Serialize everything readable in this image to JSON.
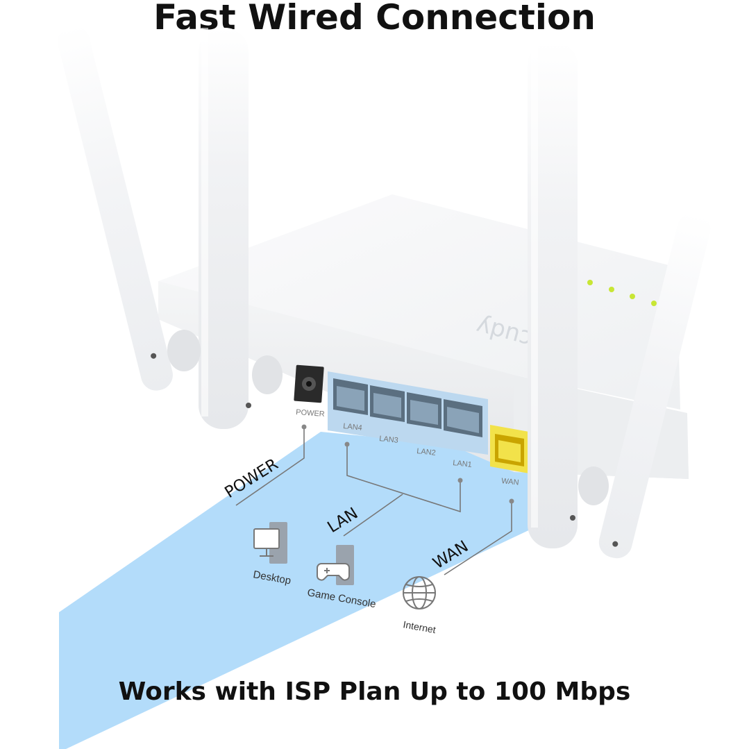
{
  "title": "Fast Wired Connection",
  "subtitle": "Works with ISP Plan Up to 100 Mbps",
  "router": {
    "brand": "cudy",
    "ports": {
      "power": "POWER",
      "lan4": "LAN4",
      "lan3": "LAN3",
      "lan2": "LAN2",
      "lan1": "LAN1",
      "wan": "WAN"
    }
  },
  "callouts": {
    "power": "POWER",
    "lan": "LAN",
    "wan": "WAN"
  },
  "devices": {
    "desktop": "Desktop",
    "game_console": "Game Console",
    "internet": "Internet"
  },
  "colors": {
    "beam": "#b3dcfa",
    "port_panel": "#bcd8ef",
    "wan_port": "#f2e24a",
    "status_led": "#c8e635",
    "text": "#111111"
  }
}
